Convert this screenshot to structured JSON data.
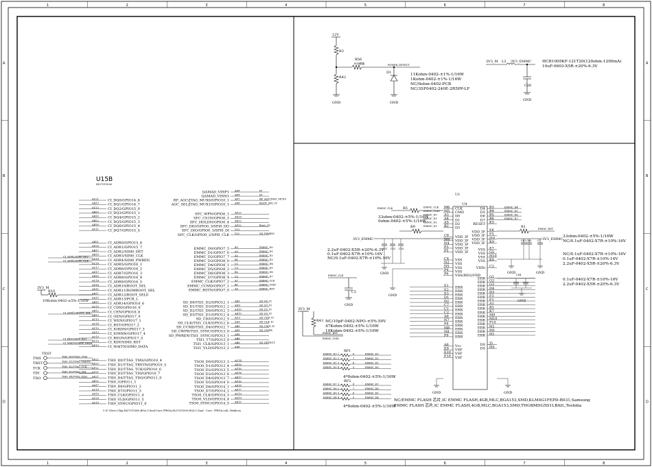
{
  "frame": {
    "col_labels": [
      "1",
      "2",
      "3",
      "4",
      "5",
      "6",
      "7",
      "8"
    ],
    "row_labels": [
      "A",
      "B",
      "C",
      "D"
    ]
  },
  "power_block": {
    "rail": "12V",
    "r_top": "R3",
    "r_bot": "R42",
    "r_series": "R56",
    "r_series_sub": "PCB短路",
    "net": "POWER_DETECT",
    "diode": "D1",
    "notes": [
      "11Kohm-0402-±1%-1/16W",
      "1Kohm-0402-±1%-1/16W",
      "NC/0ohm-0402-PCB",
      "NC/3SF0402-240E-2R5PP-LF"
    ],
    "gnd": [
      "GND",
      "GND",
      "GND"
    ]
  },
  "filter_block": {
    "in_net": "3V3_M",
    "inductor": "L3",
    "out_net": "3V3_EMMC",
    "cap": "C26",
    "notes": [
      "HCB1005KF-121T20(120ohm-1200mA)",
      "10uF-0603-X5R-±20%-6.3V"
    ],
    "gnd": "GND"
  },
  "u15b": {
    "ref": "U15B",
    "part": "HI3751V600",
    "footer": "V    IC Micro Chip,Hi3751V600,BGA-1,Dual-Core,TFBGA,Hi3751V600,BGA-1,Dual - Core, TFBGA (e4), Hisilicon",
    "left_pins": [
      {
        "ball": "AC21",
        "name": "CI_DQ0/GPIO14_6"
      },
      {
        "ball": "AB19",
        "name": "CI_DQ1/GPIO14_7"
      },
      {
        "ball": "AC22",
        "name": "CI_DQ2/GPIO15_0"
      },
      {
        "ball": "AB20",
        "name": "CI_DQ3/GPIO15_1"
      },
      {
        "ball": "AB10",
        "name": "CI_DQ4/GPIO15_2"
      },
      {
        "ball": "AB22",
        "name": "CI_DQ5/GPIO15_3"
      },
      {
        "ball": "AB18",
        "name": "CI_DQ6/GPIO15_4"
      },
      {
        "ball": "AC11",
        "name": "CI_DQ7/GPIO15_5"
      },
      {
        "ball": "AB21",
        "name": "CI_ADR0/GPIO15_6"
      },
      {
        "ball": "AD20",
        "name": "CI_ADR1/GPIO15_7"
      },
      {
        "ball": "AB17",
        "name": "CI_ADR2/SIM0_DET"
      },
      {
        "ball": "AB18",
        "name": "CI_ADR3/SIM0_CLK"
      },
      {
        "ball": "AD18",
        "name": "CI_ADR4/SIM0_PWREN"
      },
      {
        "ball": "AC18",
        "name": "CI_ADR5/GPIO16_1"
      },
      {
        "ball": "AC17",
        "name": "CI_ADR6/GPIO16_2"
      },
      {
        "ball": "AD17",
        "name": "CI_ADR7/GPIO16_3"
      },
      {
        "ball": "AB16",
        "name": "CI_ADR8/GPIO16_4"
      },
      {
        "ball": "AC16",
        "name": "CI_ADR9/GPIO16_5"
      },
      {
        "ball": "AD16",
        "name": "CI_ADR10/BOOT_SEL"
      },
      {
        "ball": "AD11",
        "name": "CI_ADR11/ROMBOOT_SEL"
      },
      {
        "ball": "AB11",
        "name": "CI_ADR12/BOOT_SEL0"
      },
      {
        "ball": "AA15",
        "name": "CI_ADR13/PCB_L"
      },
      {
        "ball": "AB15",
        "name": "CI_ADR14/GPIO16_6"
      },
      {
        "ball": "AC15",
        "name": "CI_CDN/GPIO16_6"
      },
      {
        "ball": "AB12",
        "name": "CI_CEN/GPIO16_6"
      },
      {
        "ball": "AB13",
        "name": "CI_OEN/GPIO17_0"
      },
      {
        "ball": "AC13",
        "name": "CI_WEN/GPIO17_1"
      },
      {
        "ball": "AC14",
        "name": "CI_RST/GPIO17_2"
      },
      {
        "ball": "AC12",
        "name": "CI_IORDN/GPIO17_3"
      },
      {
        "ball": "AD13",
        "name": "CI_IOWRN/GPIO17_4"
      },
      {
        "ball": "AC10",
        "name": "CI_REGN/GPIO17_5"
      },
      {
        "ball": "AC15",
        "name": "CI_RDY/SIM0_RST"
      },
      {
        "ball": "AE19",
        "name": "CI_WAITN/SIM0_DATA"
      },
      {
        "ball": "AF21",
        "name": "TSI0_D0/TTAG_TMS/GPIO10_4"
      },
      {
        "ball": "AE20",
        "name": "TSI0_D1/TTAG_TRSTN/GPIO10_5"
      },
      {
        "ball": "AF22",
        "name": "TSI0_D2/TTAG_TCK/GPIO10_6"
      },
      {
        "ball": "AD21",
        "name": "TSI0_D3/TTAG_TDI/GPIO10_7"
      },
      {
        "ball": "AE21",
        "name": "TSI0_D4/TTAG_TDO/GPIO11_0"
      },
      {
        "ball": "AE22",
        "name": "TSI0_/GPIO11_1"
      },
      {
        "ball": "AA17",
        "name": "TSI0_D6/GPIO11_2"
      },
      {
        "ball": "AC19",
        "name": "TSI0_D7/GPIO11_3"
      },
      {
        "ball": "AD19",
        "name": "TSI0_CLK/GPIO11_4"
      },
      {
        "ball": "AC20",
        "name": "TSI0_VLD/GPIO11_5"
      },
      {
        "ball": "AC19",
        "name": "TSI0_SYNC/GPIO11_6"
      }
    ],
    "right_pins": [
      {
        "ball": "AF8",
        "name": "QAMAD_VINP1"
      },
      {
        "ball": "AF8",
        "name": "QAMAD_VINN1"
      },
      {
        "ball": "AF7",
        "name": "RF_AGC/JTAG_MUX0/GPIO10_1"
      },
      {
        "ball": "AF8",
        "name": "AGC_SEL/JTAG_MUX1/GPIO10_1"
      },
      {
        "ball": "AF23",
        "name": "SFC_WPN/GPIO0_1"
      },
      {
        "ball": "AD23",
        "name": "SFC_CS1N/GPIO0_3"
      },
      {
        "ball": "AE22",
        "name": "SFC_HOLDN/GPIO0_4"
      },
      {
        "ball": "AF22",
        "name": "SFC_DIO/GPIO0_3/SPI0_DO"
      },
      {
        "ball": "Y23",
        "name": "SFC_DIO/GPIO0_3/SPI0_DI"
      },
      {
        "ball": "Y22",
        "name": "SFC_CLK/GPIO0_2/SPI0_CLK"
      },
      {
        "ball": "B3",
        "name": "EMMC_D0/GPIO7_5"
      },
      {
        "ball": "A3",
        "name": "EMMC_D1/GPIO7_6"
      },
      {
        "ball": "A2",
        "name": "EMMC_D2/GPIO7_7"
      },
      {
        "ball": "B1",
        "name": "EMMC_D3/GPIO8_0"
      },
      {
        "ball": "C1",
        "name": "EMMC_D4/GPIO8_1"
      },
      {
        "ball": "C3",
        "name": "EMMC_D5/GPIO8_2"
      },
      {
        "ball": "B2",
        "name": "EMMC_D6/GPIO8_3"
      },
      {
        "ball": "C2",
        "name": "EMMC_D7/GPIO8_4"
      },
      {
        "ball": "A7",
        "name": "EMMC_CLK/GPIO7_2"
      },
      {
        "ball": "B1",
        "name": "EMMC_CCMD/GPIO7_1"
      },
      {
        "ball": "A5",
        "name": "EMMC_RSTN/GPIO7_0"
      },
      {
        "ball": "AE9",
        "name": "SD_D0/TSI1_D2/GPIO12_1"
      },
      {
        "ball": "AD9",
        "name": "SD_D1/TSI1_D3/GPIO12_2"
      },
      {
        "ball": "AA10",
        "name": "SD_D2/TSI1_D0/GPIO12_3"
      },
      {
        "ball": "AE10",
        "name": "SD_D3/TSI1_D1/GPIO12_4"
      },
      {
        "ball": "AC9",
        "name": "SD_CDZ/GPIO12_5"
      },
      {
        "ball": "AA9",
        "name": "SD_CLK/TSI1_CLK/GPIO12_6"
      },
      {
        "ball": "AB9",
        "name": "SD_CCMD/TSI1_D4/GPIO12_7"
      },
      {
        "ball": "AF9",
        "name": "SD_CWPR/TSI1_SYNC/GPIO13_0"
      },
      {
        "ball": "AE8",
        "name": "SD_PWREN/TSI1_SYNC/GPIO13_1"
      },
      {
        "ball": "AB8",
        "name": "TSI1_T7/GPIO13_0"
      },
      {
        "ball": "AB6",
        "name": "TSI1_CLK/GPIO13_1"
      },
      {
        "ball": "AA8",
        "name": "TSI1_VLD/GPIO13_2"
      },
      {
        "ball": "AC14",
        "name": "TSO0_D0/GPIO13_3"
      },
      {
        "ball": "AE16",
        "name": "TSO0_D1/GPIO13_4"
      },
      {
        "ball": "AF16",
        "name": "TSO0_D2/GPIO13_5"
      },
      {
        "ball": "AD16",
        "name": "TSO0_D3/GPIO13_6"
      },
      {
        "ball": "AE17",
        "name": "TSO0_D4/GPIO13_7"
      },
      {
        "ball": "AF16",
        "name": "TSO0_D5/GPIO14_0"
      },
      {
        "ball": "AE18",
        "name": "TSO0_D6/GPIO14_1"
      },
      {
        "ball": "AF17",
        "name": "TSO0_D7/GPIO14_2"
      },
      {
        "ball": "AC13",
        "name": "TSO0_CLK/GPIO14_3"
      },
      {
        "ball": "AD15",
        "name": "TSO0_VLD/GPIO14_4"
      },
      {
        "ball": "AE15",
        "name": "TSO0_SYNC/GPIO14_5"
      }
    ],
    "right_nets": [
      "IF",
      "IF-",
      "RF_AGC/JTAG_MUX0",
      "BOOT_SEL_IC",
      "",
      "",
      "",
      "flash_CS",
      "",
      "SD_PWREN",
      "EMMC_D0",
      "EMMC_D1",
      "EMMC_D2",
      "EMMC_D3",
      "EMMC_D4",
      "EMMC_D5",
      "EMMC_D6",
      "EMMC_D7",
      "EMMC_CLK",
      "EMMC_CMD",
      "EMMC_RST",
      "SD_D0_IC",
      "SD_D1_IC",
      "SD_D2_IC",
      "SD_D3_IC",
      "SD_CDZ_IC",
      "SD_CLK_IC",
      "SD_CMD_IC",
      "SD_CWPR",
      "",
      "",
      "SD_DETECT",
      ""
    ],
    "left_nets": {
      "sim_det": "CI_ADR2/SIM0_DET",
      "sim_clk": "CI_ADR3/SIM0_CLK",
      "boot": "CI_ADR10/BOOT_SEL",
      "sim_rst": "CI_RDY/SIM0_RST",
      "sim_data": "CI_WAITN/SIM0_DATA"
    },
    "r10": {
      "ref": "R10",
      "value": "10Kohm-0402-±5%-1/16W",
      "rail": "3V3_M"
    },
    "test": {
      "label": "TEST",
      "pins": [
        "TMS",
        "TRST",
        "TCK",
        "TDI",
        "TDO"
      ],
      "nets": [
        "TSI0_D0/TTAG_TMS",
        "TSI0_D1/TTAG_TRSTN",
        "TSI0_D2/TTAG_TCK",
        "TSI0_D3/TTAG_TDI",
        "TSI0_D4/TTAG_TDO"
      ]
    }
  },
  "emmc": {
    "ref": "U1",
    "subref": "U4",
    "r5": "R5",
    "r5_values": [
      "33ohm-0402-±5%-1/16W",
      "0ohm-0402-±5%-1/16W"
    ],
    "r9": "R9",
    "r1": "R1",
    "r1_values": [
      "33ohm-0402-±5%-1/16W",
      "NC/0.1uF-0402-X7R-±10%-16V"
    ],
    "net_clk": "EMMC_CLK",
    "net_cmd": "EMMC_CMD",
    "supply": "3V3_EMMC",
    "vddi_caps": [
      "C51",
      "C52",
      "C53"
    ],
    "vddi_notes": [
      "2.2uF-0402-X5R-±20%-6.3V",
      "0.1uF-0402-X7R-±10%-16V",
      "NC/0.1uF-0402-X7R-±10%-16V"
    ],
    "c5": {
      "ref": "C5",
      "notes": [
        "NC/10pF-0402-NPO-±5%-50V",
        "47Kohm-0402-±5%-1/16W",
        "10Kohm-0402-±5%-1/16W"
      ]
    },
    "r43": "R43",
    "rail_3v3m": "3V3_M",
    "c_right": [
      "C7",
      "C61",
      "C63",
      "C64"
    ],
    "c_right_notes": [
      "NC/0.1uF-0402-X7R-±10%-16V",
      "0.1uF-0402-X7R-±10%-16V",
      "2.2uF-0402-X5R-±20%-6.3V"
    ],
    "c2_notes": [
      "0.1uF-0402-X7R-±10%-16V",
      "2.2uF-0402-X5R-±20%-6.3V"
    ],
    "left_pins": [
      {
        "ball": "M6",
        "name": "CLK"
      },
      {
        "ball": "M5",
        "name": "CMD"
      },
      {
        "ball": "A3",
        "name": "D0"
      },
      {
        "ball": "A4",
        "name": "D1"
      },
      {
        "ball": "A5",
        "name": "D2"
      },
      {
        "ball": "B2",
        "name": "D3"
      },
      {
        "ball": "C6",
        "name": "VDD_IF"
      },
      {
        "ball": "M4",
        "name": "VDD_IF"
      },
      {
        "ball": "N4",
        "name": "VDD_IF"
      },
      {
        "ball": "P3",
        "name": "VDD_IF"
      },
      {
        "ball": "P5",
        "name": "VDD_IF"
      },
      {
        "ball": "C4",
        "name": "VSS"
      },
      {
        "ball": "N2",
        "name": "VSS"
      },
      {
        "ball": "N5",
        "name": "VSS"
      },
      {
        "ball": "P4",
        "name": "VSS"
      },
      {
        "ball": "P6",
        "name": "VSS(REG)VDD"
      },
      {
        "ball": "E1",
        "name": "ERR"
      },
      {
        "ball": "E2",
        "name": "ERR"
      },
      {
        "ball": "E3",
        "name": "ERR"
      },
      {
        "ball": "D1",
        "name": "ERR"
      },
      {
        "ball": "D2",
        "name": "ERR"
      },
      {
        "ball": "C7",
        "name": "ERR"
      },
      {
        "ball": "C1",
        "name": "ERR"
      },
      {
        "ball": "C2",
        "name": "ERR"
      },
      {
        "ball": "A6",
        "name": "ERR"
      },
      {
        "ball": "N7",
        "name": "ERR"
      },
      {
        "ball": "P8",
        "name": "ERR"
      },
      {
        "ball": "M8",
        "name": "ERR"
      },
      {
        "ball": "N8",
        "name": "ERR"
      },
      {
        "ball": "P9",
        "name": "ERR"
      },
      {
        "ball": "A6",
        "name": "Vcc"
      },
      {
        "ball": "E9",
        "name": "VSF"
      },
      {
        "ball": "E10",
        "name": "VSF"
      },
      {
        "ball": "F10",
        "name": "VSF"
      }
    ],
    "right_pins": [
      {
        "ball": "B3",
        "name": "D4"
      },
      {
        "ball": "B4",
        "name": "D5"
      },
      {
        "ball": "B5",
        "name": "D6"
      },
      {
        "ball": "B6",
        "name": "D7"
      },
      {
        "ball": "K5",
        "name": "RESET"
      },
      {
        "ball": "E6",
        "name": "VDD_IF"
      },
      {
        "ball": "F5",
        "name": "VDD_IF"
      },
      {
        "ball": "J10",
        "name": "VDD_IF"
      },
      {
        "ball": "K9",
        "name": "VDD_IF"
      },
      {
        "ball": "E7",
        "name": "VSS"
      },
      {
        "ball": "G5",
        "name": "VSS"
      },
      {
        "ball": "H10",
        "name": "VSS"
      },
      {
        "ball": "K8",
        "name": "VSS"
      },
      {
        "ball": "C2",
        "name": "VDDi"
      },
      {
        "ball": "G1",
        "name": "ERR"
      },
      {
        "ball": "G2",
        "name": "ERR"
      },
      {
        "ball": "G3",
        "name": "ERR"
      },
      {
        "ball": "D4",
        "name": "ERR"
      },
      {
        "ball": "D3",
        "name": "ERR"
      },
      {
        "ball": "F3",
        "name": "ERR"
      },
      {
        "ball": "F1",
        "name": "ERR"
      },
      {
        "ball": "A1",
        "name": "ERR"
      },
      {
        "ball": "B1",
        "name": "ERR"
      },
      {
        "ball": "K7",
        "name": "ERR"
      },
      {
        "ball": "M9",
        "name": "ERR"
      },
      {
        "ball": "M10",
        "name": "ERR"
      },
      {
        "ball": "P10",
        "name": "ERR"
      },
      {
        "ball": "N1",
        "name": "ERR"
      },
      {
        "ball": "M1",
        "name": "ERR"
      },
      {
        "ball": "H1",
        "name": "ERR"
      },
      {
        "ball": "J5",
        "name": "DS"
      },
      {
        "ball": "H5",
        "name": "DS"
      }
    ],
    "left_nets": [
      "EMMC_CLK",
      "EMMC_CMD",
      "EMMC_D0",
      "EMMC_D1",
      "EMMC_D2",
      "EMMC_D3"
    ],
    "right_nets": [
      "EMMC_D4",
      "EMMC_D5",
      "EMMC_D6",
      "EMMC_D7",
      "EMMC_RST"
    ],
    "rp1": {
      "ref": "RP1",
      "value": "4*0ohm-0402-±5%-1/16W",
      "nets_l": [
        "EMMC_D3",
        "EMMC_D2",
        "EMMC_D1",
        "EMMC_D0"
      ],
      "nets_r": [
        "EMMC_D3",
        "EMMC_D2",
        "EMMC_D1",
        "EMMC_D0"
      ]
    },
    "rp2": {
      "ref": "RP2",
      "value": "4*0ohm-0402-±5%-1/16W",
      "nets_l": [
        "EMMC_D7",
        "EMMC_D6",
        "EMMC_D5",
        "EMMC_D4"
      ],
      "nets_r": [
        "EMMC_D7",
        "EMMC_D6",
        "EMMC_D5",
        "EMMC_D4"
      ]
    },
    "part_notes": [
      "NC/EMMC FLASH 芯片,IC EMMC FLASH,4GB,MLC,BGA153,SMD,KLM4G1FEPD-B031,Samsung",
      "EMMC FLASH 芯片,IC EMMC FLASH,4GB,MLC,BGA153,SMD,THGBMDG5D1LBAIL,Toshiba"
    ],
    "gnd": "GND"
  }
}
